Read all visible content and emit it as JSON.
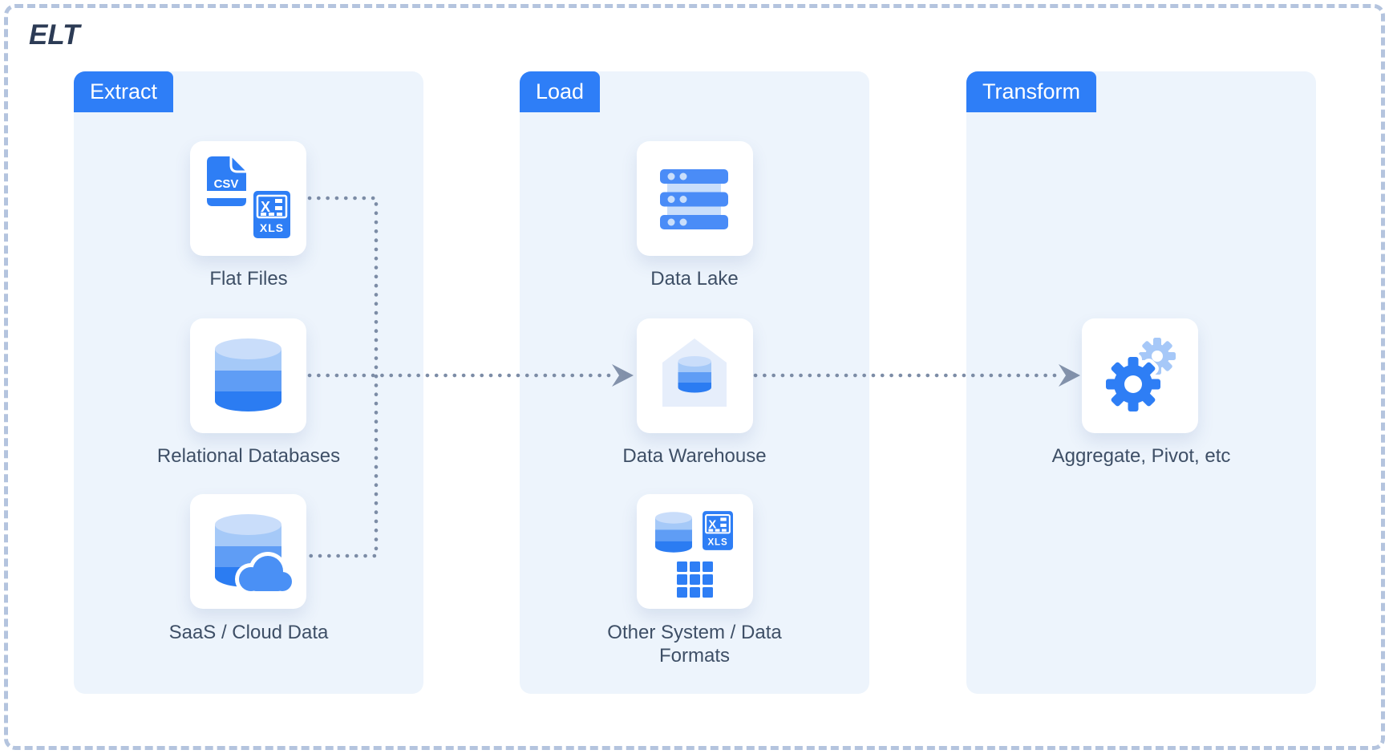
{
  "title": "ELT",
  "columns": [
    {
      "id": "extract",
      "label": "Extract",
      "items": [
        {
          "name": "Flat Files",
          "icons": [
            "csv-file-icon",
            "xls-file-icon"
          ]
        },
        {
          "name": "Relational Databases",
          "icons": [
            "database-cylinder-icon"
          ]
        },
        {
          "name": "SaaS / Cloud Data",
          "icons": [
            "database-cylinder-icon",
            "cloud-icon"
          ]
        }
      ]
    },
    {
      "id": "load",
      "label": "Load",
      "items": [
        {
          "name": "Data Lake",
          "icons": [
            "server-stack-icon"
          ]
        },
        {
          "name": "Data Warehouse",
          "icons": [
            "warehouse-database-icon"
          ]
        },
        {
          "name": "Other System / Data Formats",
          "icons": [
            "database-cylinder-icon",
            "xls-file-icon",
            "grid-icon"
          ]
        }
      ]
    },
    {
      "id": "transform",
      "label": "Transform",
      "items": [
        {
          "name": "Aggregate, Pivot, etc",
          "icons": [
            "gears-icon"
          ]
        }
      ]
    }
  ],
  "flow": {
    "sources_merge_into": "Data Warehouse",
    "warehouse_feeds": "Aggregate, Pivot, etc"
  },
  "colors": {
    "primary_blue": "#2e7ef7",
    "panel_background": "#edf4fc",
    "card_background": "#ffffff",
    "label_text": "#3e4f66",
    "title_text": "#2c3b55",
    "connector_dots": "#7c8ca6",
    "arrowhead": "#8392ab",
    "dashed_border": "#b4c4de",
    "icon_light_blue": "#a5c9f8",
    "icon_mid_blue": "#5f9df5",
    "icon_dark_blue": "#2b7cf2"
  }
}
